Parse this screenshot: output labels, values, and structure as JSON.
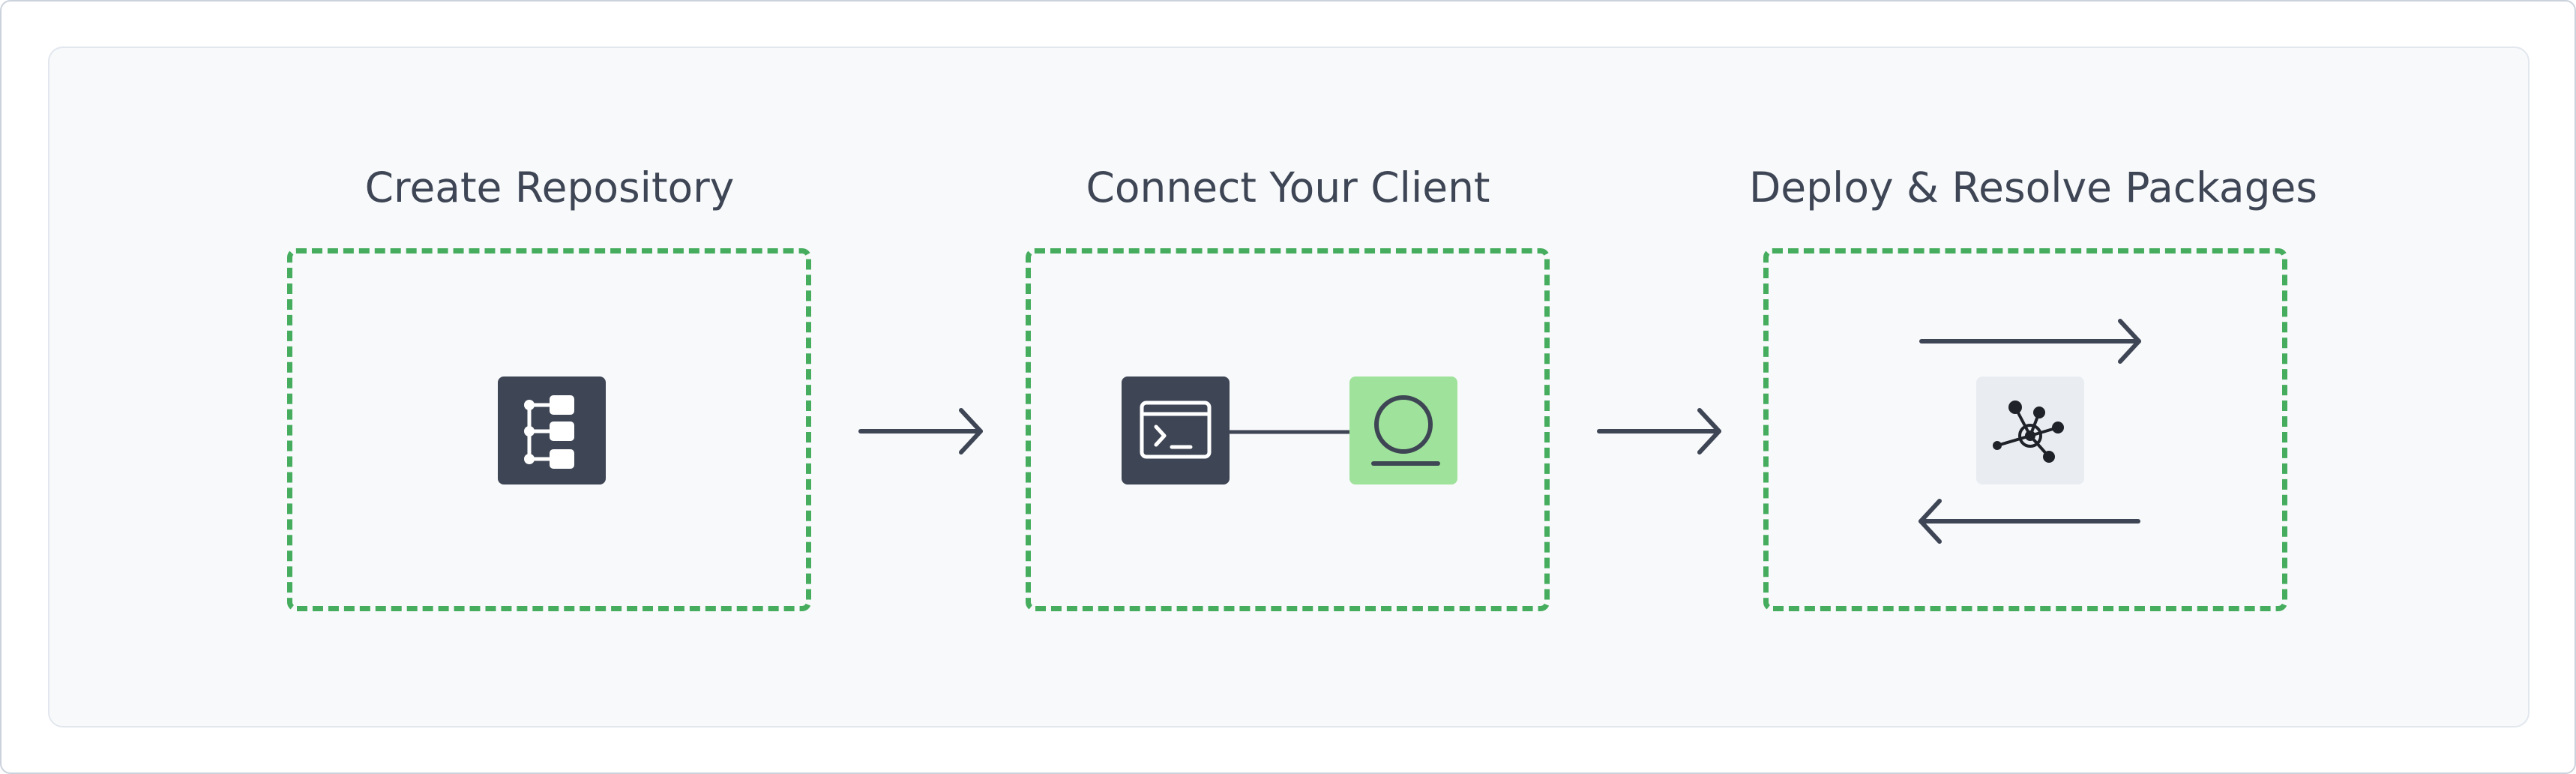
{
  "steps": [
    {
      "title": "Create Repository",
      "icon": "repository-tree-icon"
    },
    {
      "title": "Connect Your Client",
      "icons": [
        "terminal-icon",
        "client-node-icon"
      ]
    },
    {
      "title": "Deploy & Resolve Packages",
      "icon": "package-network-icon"
    }
  ],
  "colors": {
    "text": "#3e4655",
    "dashed_border": "#46ad5e",
    "dark_tile": "#3e4554",
    "green_tile": "#9fe29b",
    "light_tile": "#e9edf2",
    "arrow": "#3e4554",
    "panel_background": "#f8f9fb"
  }
}
